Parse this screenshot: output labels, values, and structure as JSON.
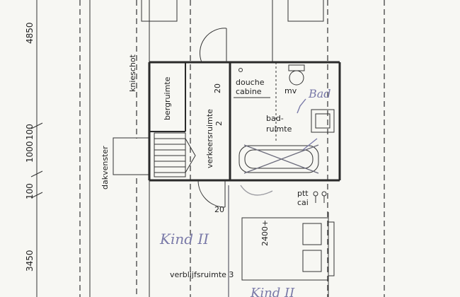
{
  "dimensions": {
    "top": "4850",
    "middle": "1000",
    "middle2": "100",
    "lower": "100",
    "bottom": "3450"
  },
  "labels": {
    "knieschot": "knieschot",
    "bergruimte": "bergruimte",
    "door_top": "20",
    "douche_line1": "douche",
    "douche_line2": "cabine",
    "mv": "mv",
    "bad_handwritten": "Bad",
    "verkeersruimte": "verkeersruimte",
    "verkeersruimte_num": "2",
    "badruimte_line1": "bad-",
    "badruimte_line2": "ruimte",
    "dakvenster": "dakvenster",
    "door_bottom": "20",
    "ptt_line1": "ptt",
    "ptt_line2": "cai",
    "bed_dim": "2400+",
    "kind_handwritten": "Kind II",
    "verblijfsruimte": "verblijfsruimte 3",
    "kind_bottom_handwritten": "Kind II"
  },
  "colors": {
    "ink": "#2a2a2a",
    "handwriting": "#7a7aa8"
  }
}
